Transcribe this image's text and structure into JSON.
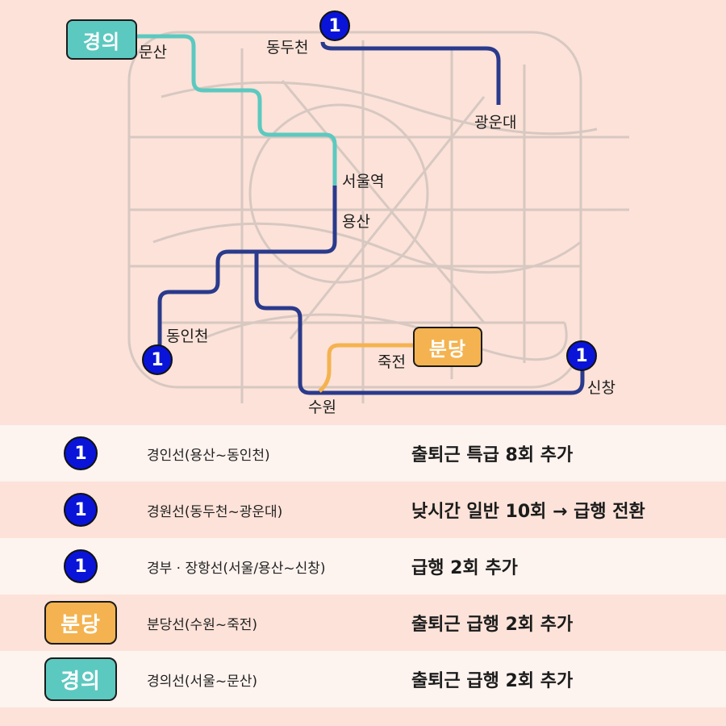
{
  "map": {
    "badges": {
      "gyeongui": "경의",
      "bundang": "분당",
      "line1": "1"
    },
    "stations": {
      "munsan": "문산",
      "dongducheon": "동두천",
      "gwangundae": "광운대",
      "seoul": "서울역",
      "yongsan": "용산",
      "dongincheon": "동인천",
      "jukjeon": "죽전",
      "suwon": "수원",
      "sinchang": "신창"
    },
    "colors": {
      "line1": "#2a3a8c",
      "gyeongui": "#5cc9c0",
      "bundang": "#f4b350",
      "badge_line1": "#0a14d8"
    }
  },
  "rows": [
    {
      "icon": "line1",
      "badge": "1",
      "section": "경인선(용산~동인천)",
      "change": "출퇴근 특급 8회 추가"
    },
    {
      "icon": "line1",
      "badge": "1",
      "section": "경원선(동두천~광운대)",
      "change": "낮시간 일반 10회 → 급행 전환"
    },
    {
      "icon": "line1",
      "badge": "1",
      "section": "경부 · 장항선(서울/용산~신창)",
      "change": "급행 2회 추가"
    },
    {
      "icon": "bundang",
      "badge": "분당",
      "section": "분당선(수원~죽전)",
      "change": "출퇴근 급행 2회 추가"
    },
    {
      "icon": "gyeongui",
      "badge": "경의",
      "section": "경의선(서울~문산)",
      "change": "출퇴근 급행 2회 추가"
    }
  ]
}
